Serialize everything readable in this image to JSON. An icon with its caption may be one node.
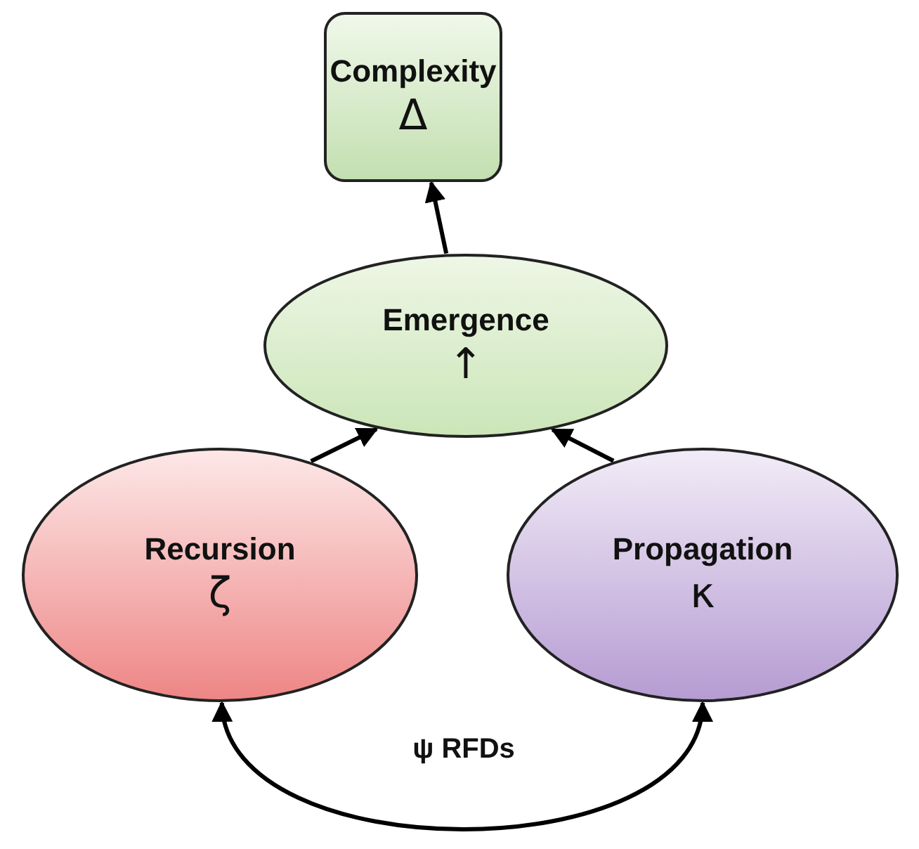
{
  "diagram": {
    "nodes": [
      {
        "text": [
          "Complexity",
          "Δ"
        ]
      },
      {
        "text": [
          "Emergence",
          "↑"
        ]
      },
      {
        "text": [
          "Recursion",
          "ζ"
        ]
      },
      {
        "text": [
          "Propagation",
          "κ"
        ]
      }
    ],
    "edges": [
      {
        "from": 1,
        "to": 0,
        "arrow": "to"
      },
      {
        "from": 2,
        "to": 1,
        "arrow": "to"
      },
      {
        "from": 3,
        "to": 1,
        "arrow": "to"
      },
      {
        "from": 2,
        "to": 3,
        "arrow": "both",
        "label": "ψ RFDs"
      }
    ]
  }
}
